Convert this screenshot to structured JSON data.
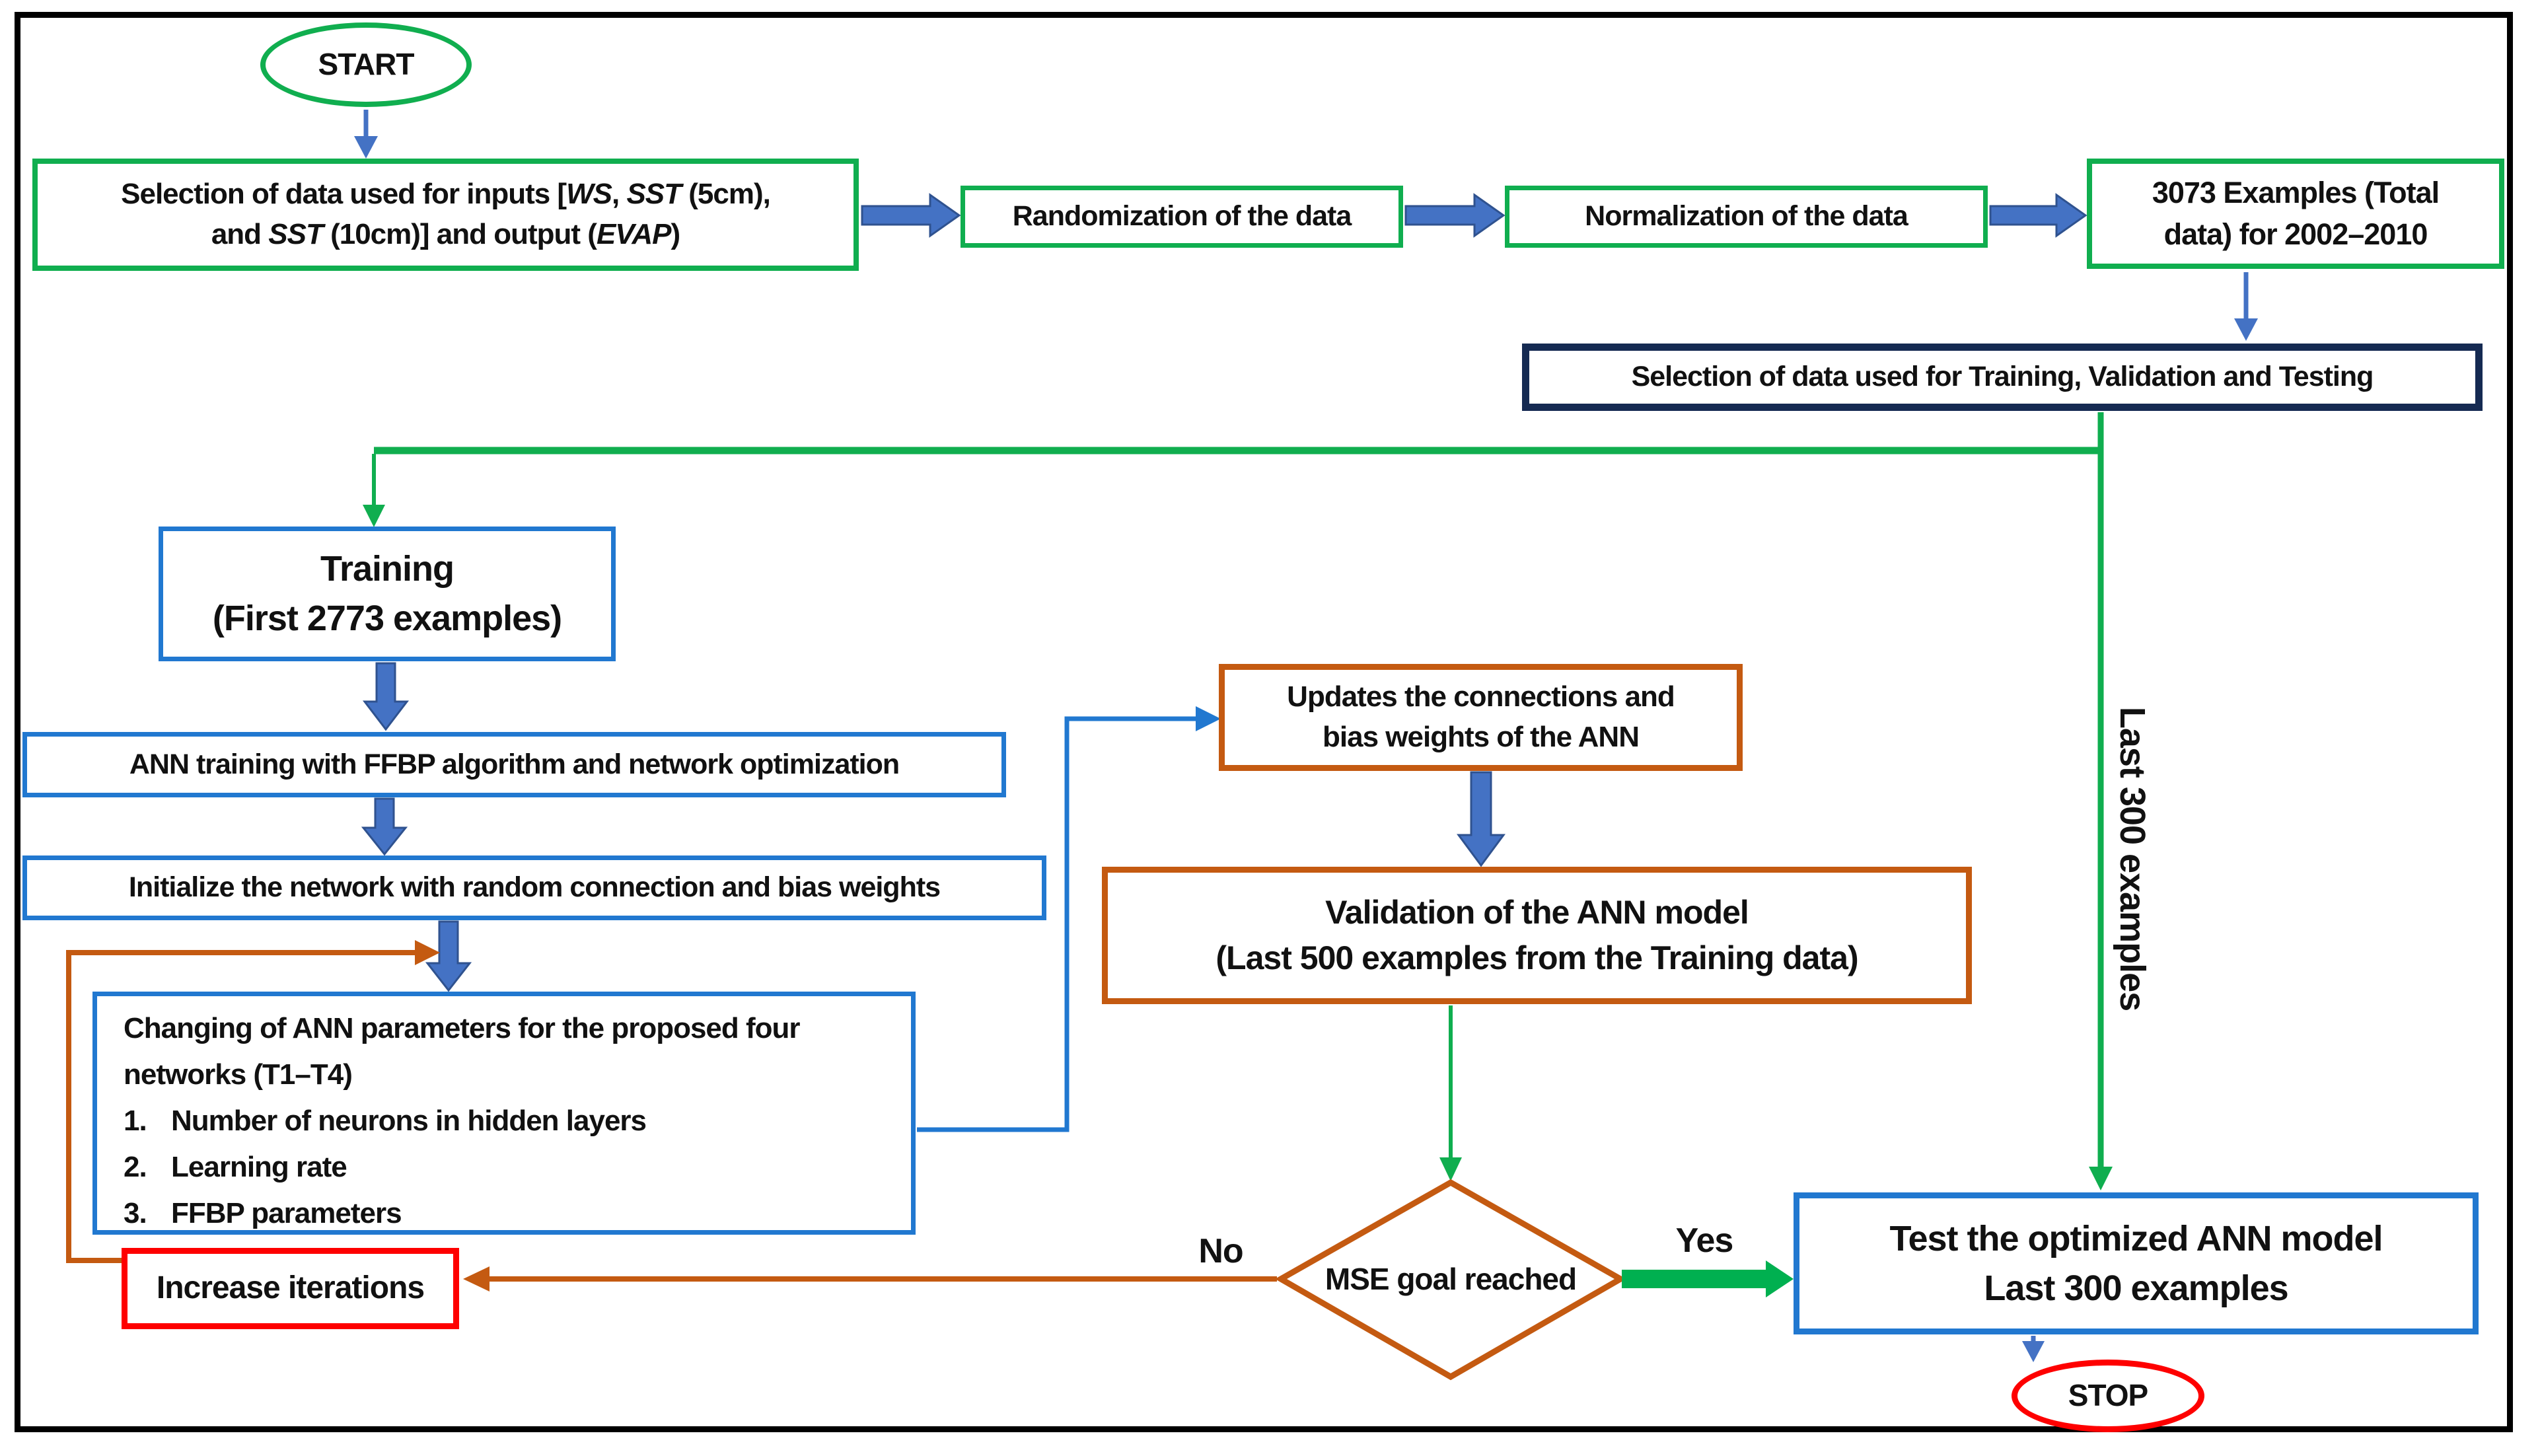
{
  "colors": {
    "green": "#10AE4F",
    "bright_green": "#00B050",
    "blue_border": "#2178D0",
    "navy": "#152A52",
    "orange": "#C45A11",
    "red": "#FE0000",
    "arrow_blue": "#4472C4",
    "text": "#111111"
  },
  "nodes": {
    "start": {
      "label": "START"
    },
    "data_selection": {
      "line1": [
        "Selection of data used for inputs [",
        "WS",
        ", ",
        "SST",
        " (5cm),"
      ],
      "line2": [
        "and ",
        "SST",
        " (10cm)] and output (",
        "EVAP",
        ")"
      ]
    },
    "randomization": {
      "label": "Randomization of the data"
    },
    "normalization": {
      "label": "Normalization of the data"
    },
    "examples_total": {
      "line1": "3073 Examples (Total",
      "line2": "data) for 2002–2010"
    },
    "data_split": {
      "label": "Selection of data used for Training, Validation and Testing"
    },
    "training": {
      "line1": "Training",
      "line2": "(First 2773 examples)"
    },
    "ann_training": {
      "label": "ANN training with FFBP algorithm and network optimization"
    },
    "initialize": {
      "label": "Initialize the network with random connection and bias weights"
    },
    "changing": {
      "title_line1": "Changing of ANN parameters for the proposed four",
      "title_line2": "networks (T1–T4)",
      "items": [
        {
          "num": "1.",
          "text": "Number of neurons in hidden layers"
        },
        {
          "num": "2.",
          "text": "Learning rate"
        },
        {
          "num": "3.",
          "text": "FFBP parameters"
        }
      ]
    },
    "increase_iterations": {
      "label": "Increase iterations"
    },
    "updates": {
      "line1": "Updates the connections and",
      "line2": "bias weights of the ANN"
    },
    "validation": {
      "line1": "Validation of the ANN model",
      "line2": "(Last 500 examples from the Training data)"
    },
    "mse_goal": {
      "label": "MSE goal reached"
    },
    "test": {
      "line1": "Test the optimized ANN model",
      "line2": "Last 300 examples"
    },
    "stop": {
      "label": "STOP"
    }
  },
  "edge_labels": {
    "no": "No",
    "yes": "Yes",
    "last300": "Last 300 examples"
  }
}
